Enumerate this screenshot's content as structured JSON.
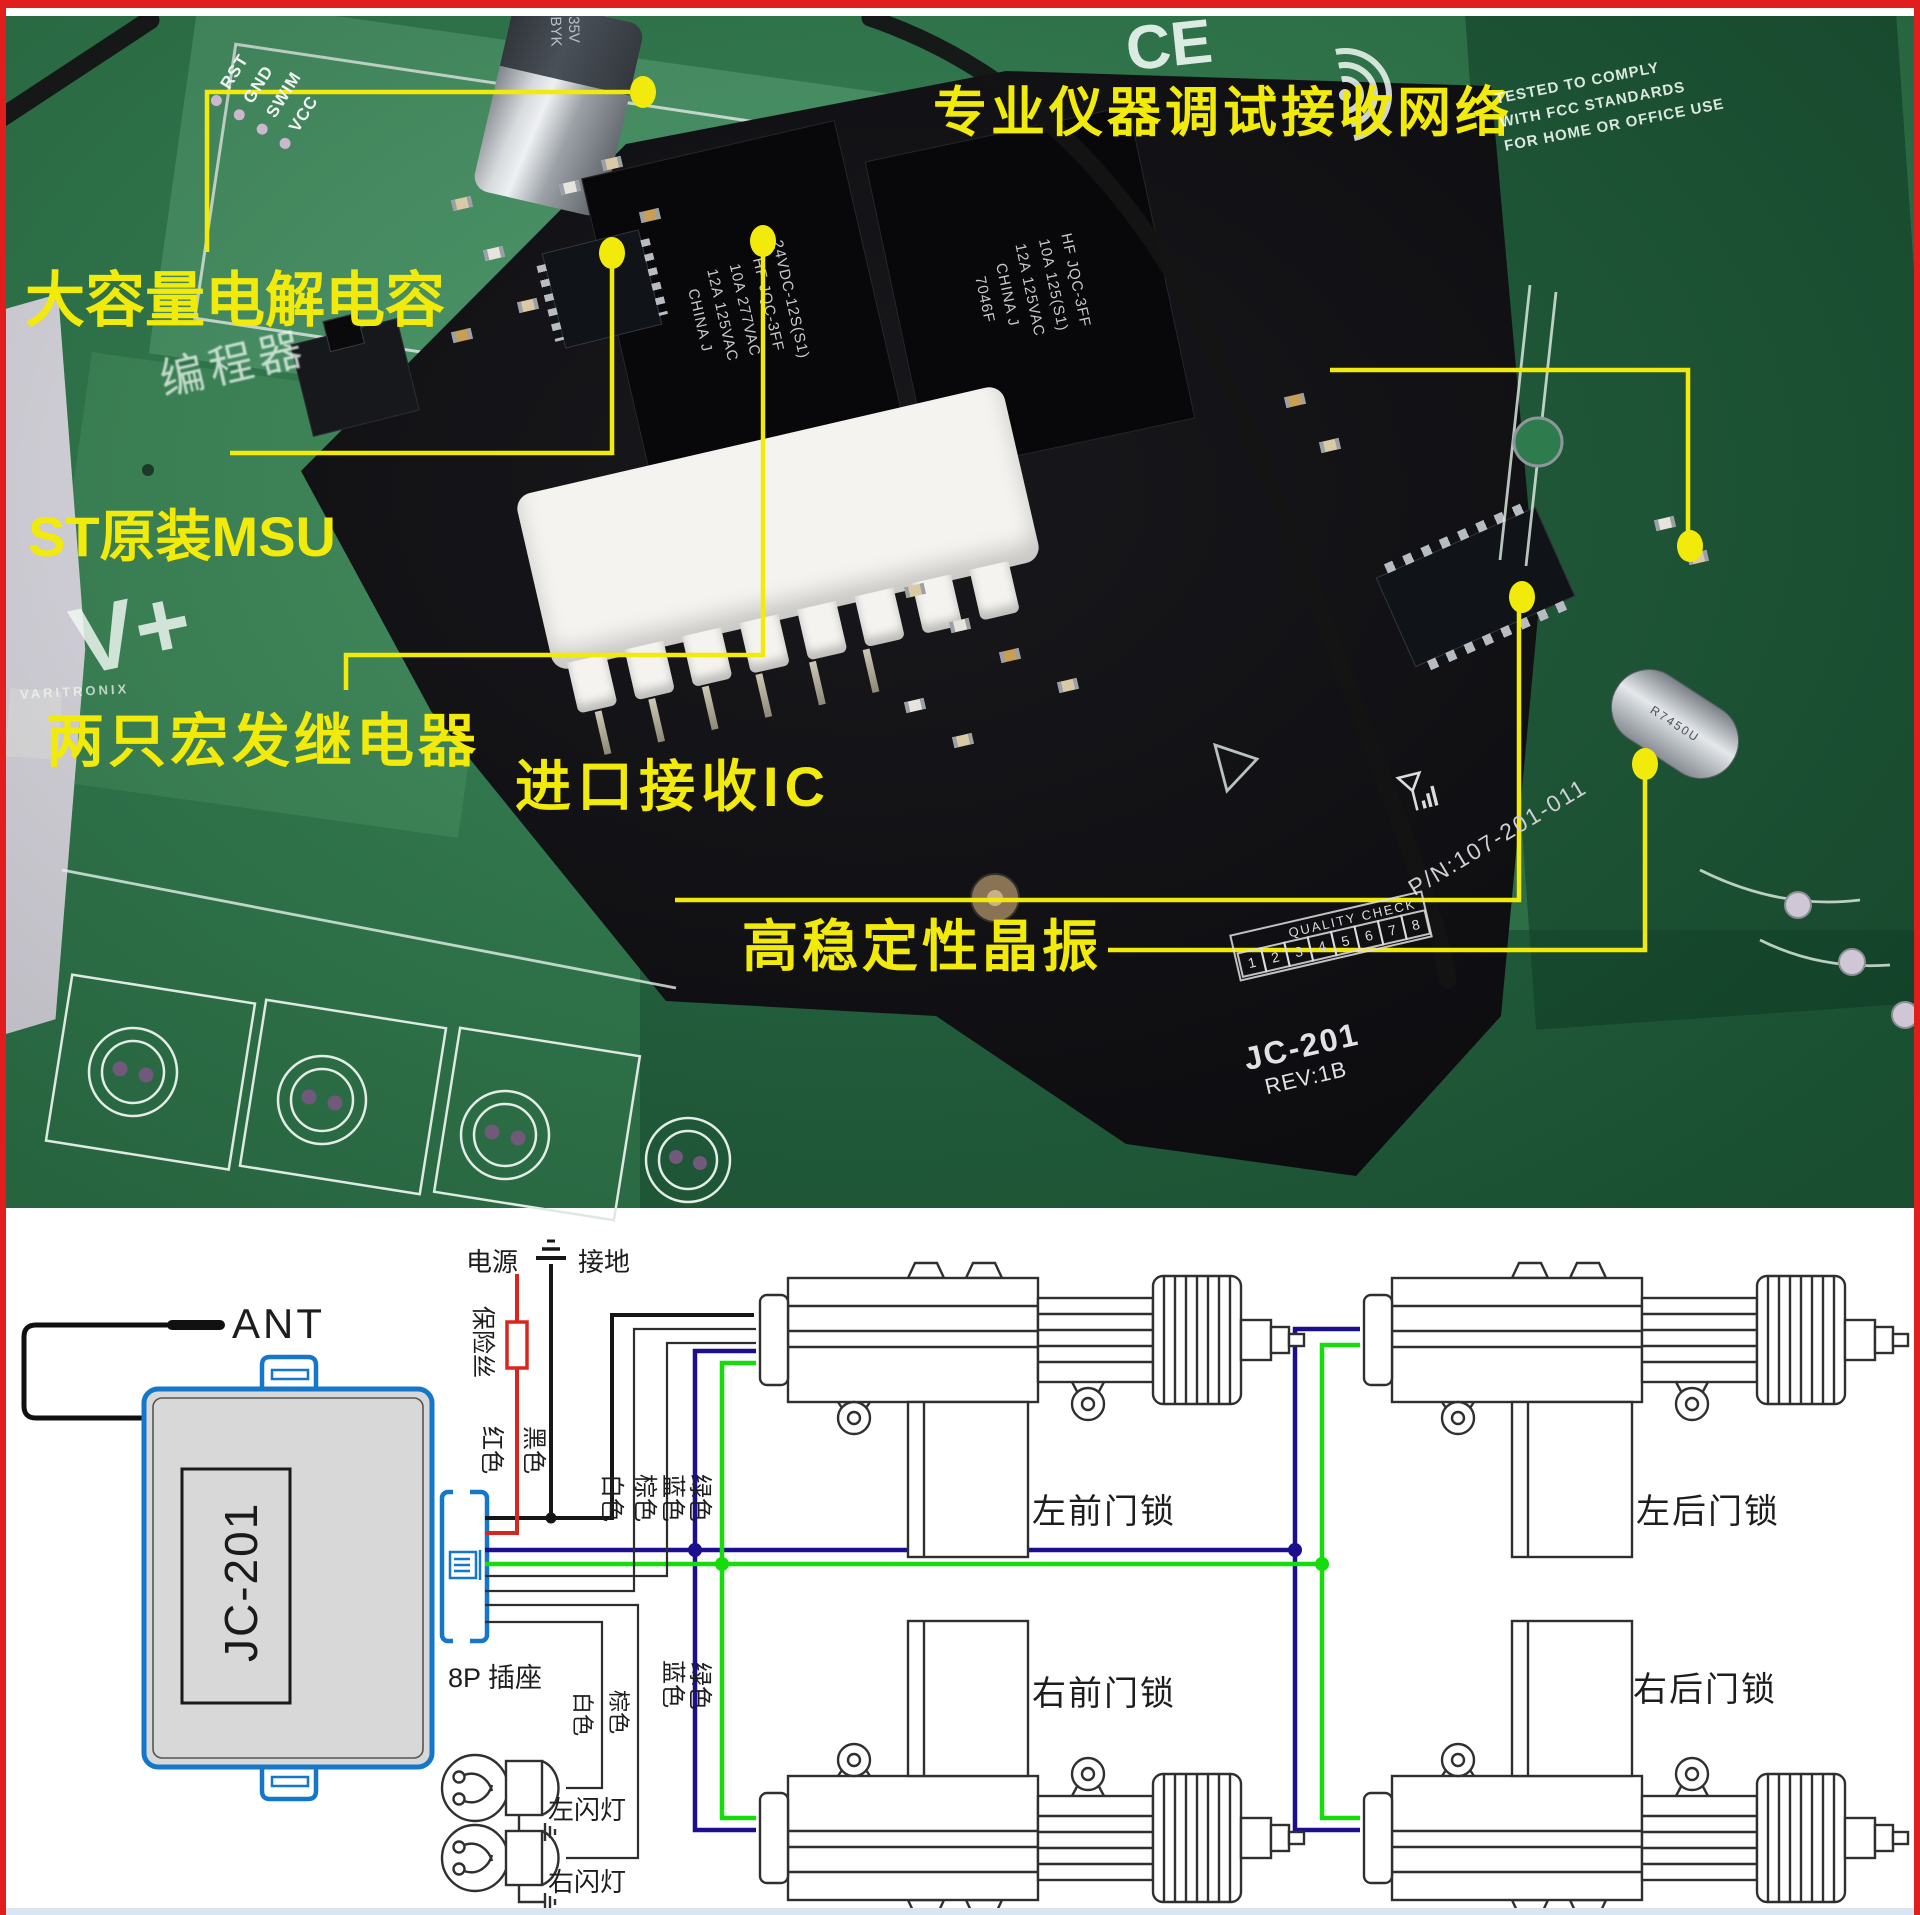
{
  "colors": {
    "callout_yellow": "#f2ea0a",
    "pcb_green": "#2f7d4e",
    "wire_red": "#d9251d",
    "wire_black": "#161616",
    "wire_blue": "#1b0f8f",
    "wire_green": "#17dc0c",
    "connector_blue": "#1477c9",
    "border_red": "#e11d1d"
  },
  "photo": {
    "callouts": {
      "receiver_network": "专业仪器调试接收网络",
      "capacitor": "大容量电解电容",
      "mcu": "ST原装MSU",
      "relays": "两只宏发继电器",
      "receiver_ic": "进口接收IC",
      "crystal": "高稳定性晶振"
    },
    "silkscreen": {
      "pins": [
        "RST",
        "GND",
        "SWIM",
        "VCC"
      ],
      "programmer": "编程器",
      "vplus": "V+",
      "brand": "VARITRONIX",
      "ce": "CE",
      "fcc_lines": [
        "TESTED TO COMPLY",
        "WITH FCC STANDARDS",
        "FOR HOME OR OFFICE USE"
      ]
    },
    "module": {
      "pn": "P/N:107-201-011",
      "quality_check": "QUALITY CHECK",
      "qc_cells": [
        "1",
        "2",
        "3",
        "4",
        "5",
        "6",
        "7",
        "8"
      ],
      "model": "JC-201",
      "rev": "REV:1B",
      "cap_lines": [
        "35V",
        "BYK"
      ],
      "crystal_mark": "R7450U",
      "relay1_lines": [
        "24VDC-12S(S1)",
        "HF JQC-3FF",
        "10A 277VAC",
        "12A 125VAC",
        "CHINA J"
      ],
      "relay2_lines": [
        "HF JQC-3FF",
        "10A 125(S1)",
        "12A 125VAC",
        "CHINA J",
        "7046F"
      ]
    }
  },
  "diagram": {
    "ant": "ANT",
    "box_model": "JC-201",
    "socket": "8P 插座",
    "power": "电源",
    "ground": "接地",
    "fuse": "保险丝",
    "wire_labels": {
      "red": "红色",
      "black": "黑色",
      "white": "白色",
      "brown": "棕色",
      "blue": "蓝色",
      "green": "绿色"
    },
    "locks": {
      "lf": "左前门锁",
      "lr": "左后门锁",
      "rf": "右前门锁",
      "rr": "右后门锁"
    },
    "flashers": {
      "left": "左闪灯",
      "right": "右闪灯"
    }
  }
}
